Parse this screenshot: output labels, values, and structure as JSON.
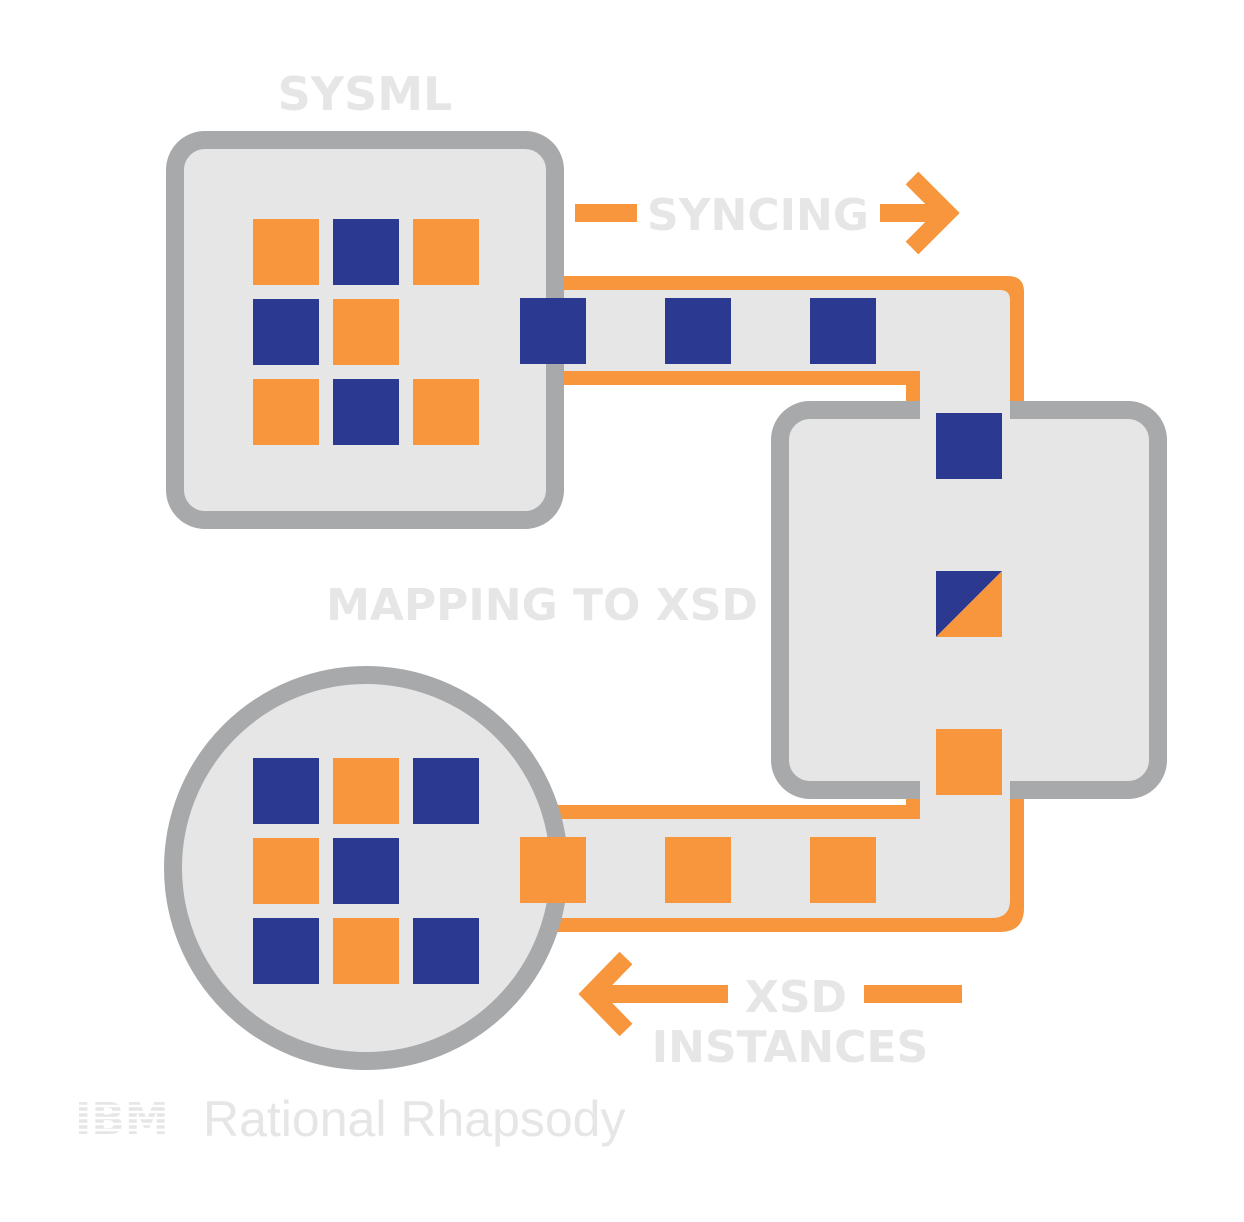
{
  "colors": {
    "orange": "#f7963c",
    "navy": "#2b3990",
    "box_fill": "#e6e6e6",
    "box_border": "#a7a9ab",
    "label": "#e6e6e6",
    "background": "#ffffff"
  },
  "labels": {
    "sysml": "SYSML",
    "syncing": "SYNCING",
    "mapping": "MAPPING TO XSD",
    "xsd_line1": "XSD",
    "xsd_line2": "INSTANCES"
  },
  "brand": {
    "logo": "IBM",
    "product": "Rational Rhapsody"
  },
  "grids": {
    "sysml_box": [
      [
        "orange",
        "navy",
        "orange"
      ],
      [
        "navy",
        "orange",
        "empty"
      ],
      [
        "orange",
        "navy",
        "orange"
      ]
    ],
    "xsd_circle": [
      [
        "navy",
        "orange",
        "navy"
      ],
      [
        "orange",
        "navy",
        "empty"
      ],
      [
        "navy",
        "orange",
        "navy"
      ]
    ]
  },
  "flows": {
    "top_channel": [
      "navy",
      "navy",
      "navy"
    ],
    "mapping_box": [
      "navy",
      "split",
      "orange"
    ],
    "bottom_channel": [
      "orange",
      "orange",
      "orange"
    ]
  },
  "icons": {
    "syncing_arrow": "arrow-right-icon",
    "instances_arrow": "arrow-left-icon"
  }
}
